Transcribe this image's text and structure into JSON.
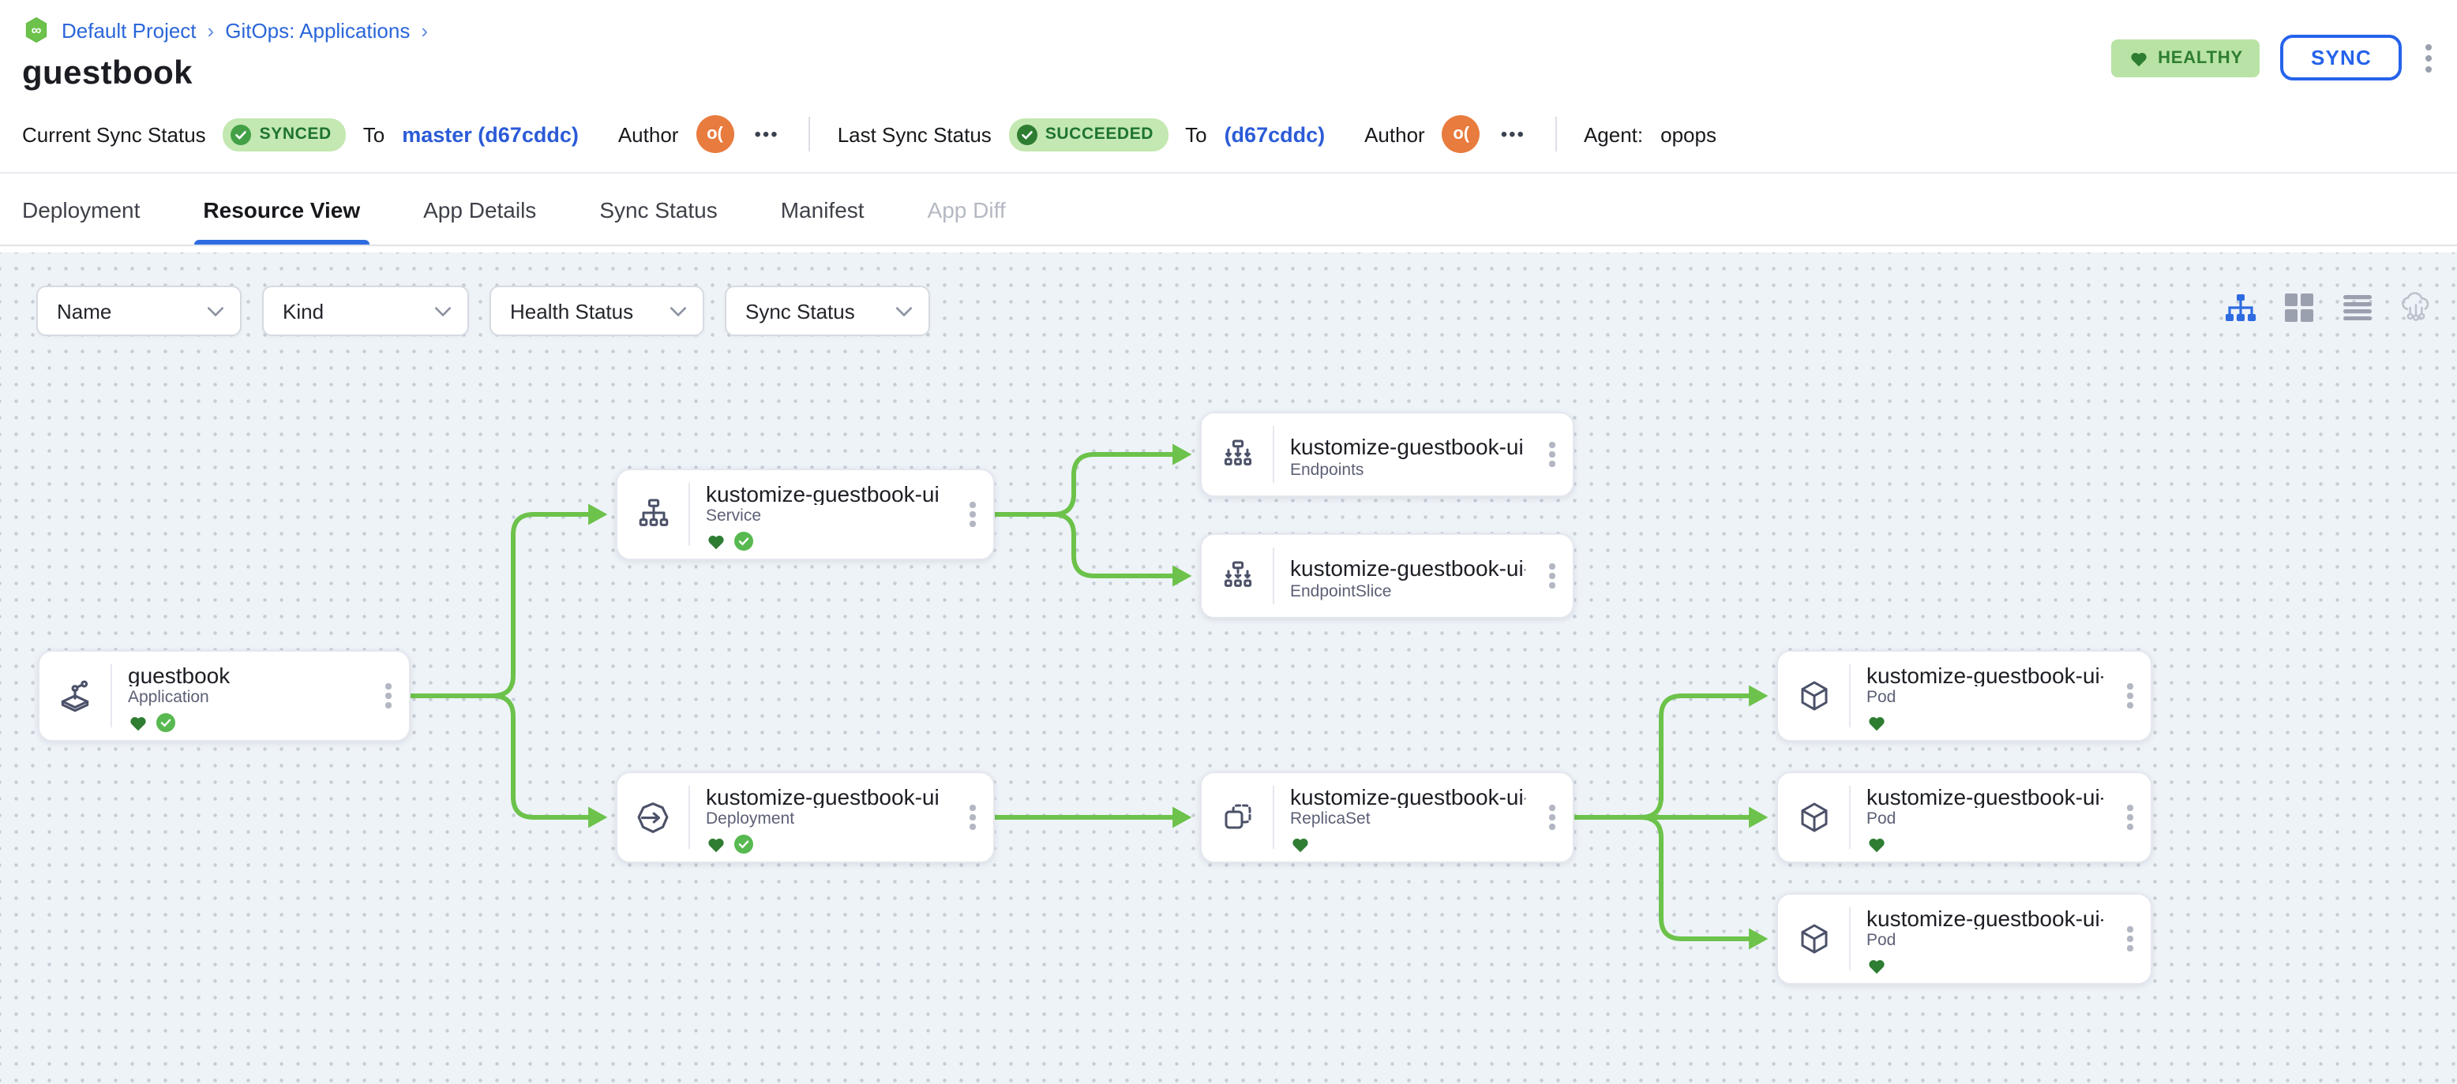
{
  "breadcrumb": {
    "project": "Default Project",
    "section": "GitOps: Applications",
    "sep": "›"
  },
  "page": {
    "title": "guestbook"
  },
  "header_actions": {
    "health_label": "HEALTHY",
    "sync_label": "SYNC"
  },
  "status_bar": {
    "current": {
      "label": "Current Sync Status",
      "badge": "SYNCED",
      "to_label": "To",
      "target": "master (d67cddc)",
      "author_label": "Author",
      "avatar": "o(",
      "more": "•••"
    },
    "last": {
      "label": "Last Sync Status",
      "badge": "SUCCEEDED",
      "to_label": "To",
      "target": "(d67cddc)",
      "author_label": "Author",
      "avatar": "o(",
      "more": "•••"
    },
    "agent": {
      "label": "Agent:",
      "value": "opops"
    }
  },
  "tabs": [
    {
      "label": "Deployment"
    },
    {
      "label": "Resource View",
      "active": true
    },
    {
      "label": "App Details"
    },
    {
      "label": "Sync Status"
    },
    {
      "label": "Manifest"
    },
    {
      "label": "App Diff",
      "disabled": true
    }
  ],
  "filters": {
    "name": "Name",
    "kind": "Kind",
    "health": "Health Status",
    "sync": "Sync Status"
  },
  "view_toggles": [
    "tree-view-icon",
    "grid-view-icon",
    "list-view-icon",
    "cluster-view-icon"
  ],
  "graph": {
    "nodes": {
      "guestbook": {
        "title": "guestbook",
        "kind": "Application",
        "healthy": true,
        "synced": true
      },
      "service": {
        "title": "kustomize-guestbook-ui",
        "kind": "Service",
        "healthy": true,
        "synced": true
      },
      "endpoints": {
        "title": "kustomize-guestbook-ui",
        "kind": "Endpoints",
        "healthy": false,
        "synced": false
      },
      "endpointslice": {
        "title": "kustomize-guestbook-ui-...",
        "kind": "EndpointSlice",
        "healthy": false,
        "synced": false
      },
      "deployment": {
        "title": "kustomize-guestbook-ui",
        "kind": "Deployment",
        "healthy": true,
        "synced": true
      },
      "replicaset": {
        "title": "kustomize-guestbook-ui-...",
        "kind": "ReplicaSet",
        "healthy": true,
        "synced": false
      },
      "pod1": {
        "title": "kustomize-guestbook-ui-...",
        "kind": "Pod",
        "healthy": true,
        "synced": false
      },
      "pod2": {
        "title": "kustomize-guestbook-ui-...",
        "kind": "Pod",
        "healthy": true,
        "synced": false
      },
      "pod3": {
        "title": "kustomize-guestbook-ui-...",
        "kind": "Pod",
        "healthy": true,
        "synced": false
      }
    }
  },
  "colors": {
    "accent_blue": "#2f6be0",
    "link_blue": "#2a66d9",
    "edge_green": "#6cc24a",
    "badge_bg_green": "#c3e8b1",
    "badge_text_green": "#1d7330",
    "heart_green": "#2e7d32",
    "check_green": "#4caf50",
    "avatar_orange": "#e87b3e"
  }
}
